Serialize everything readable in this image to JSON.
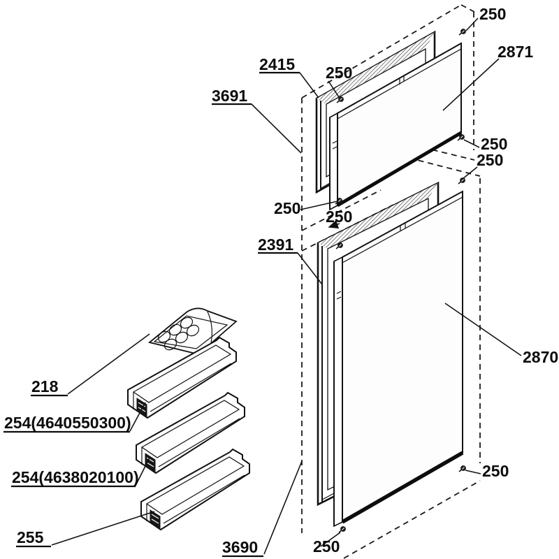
{
  "diagram": {
    "kind": "exploded-parts-diagram",
    "colors": {
      "line": "#111111",
      "text": "#0c0c0c",
      "background": "#ffffff",
      "door_face": "#fdfdfd"
    }
  },
  "callouts": [
    {
      "id": "screw-top-right",
      "text": "250"
    },
    {
      "id": "freezer-door-panel",
      "text": "2871"
    },
    {
      "id": "freezer-door-gasket",
      "text": "2415"
    },
    {
      "id": "screw-freezer-top-left",
      "text": "250"
    },
    {
      "id": "freezer-door-liner",
      "text": "3691"
    },
    {
      "id": "screw-right-mid-upper",
      "text": "250"
    },
    {
      "id": "screw-right-mid-lower",
      "text": "250"
    },
    {
      "id": "screw-freezer-bottom-left",
      "text": "250"
    },
    {
      "id": "screw-fridge-top-left",
      "text": "250"
    },
    {
      "id": "fridge-door-gasket",
      "text": "2391"
    },
    {
      "id": "fridge-door-panel",
      "text": "2870"
    },
    {
      "id": "screw-bottom-right",
      "text": "250"
    },
    {
      "id": "screw-bottom-left",
      "text": "250"
    },
    {
      "id": "fridge-door-liner",
      "text": "3690"
    },
    {
      "id": "egg-tray",
      "text": "218"
    },
    {
      "id": "door-bin-upper",
      "text": "254(4640550300)"
    },
    {
      "id": "door-bin-middle",
      "text": "254(4638020100)"
    },
    {
      "id": "door-bin-lower",
      "text": "255"
    }
  ]
}
